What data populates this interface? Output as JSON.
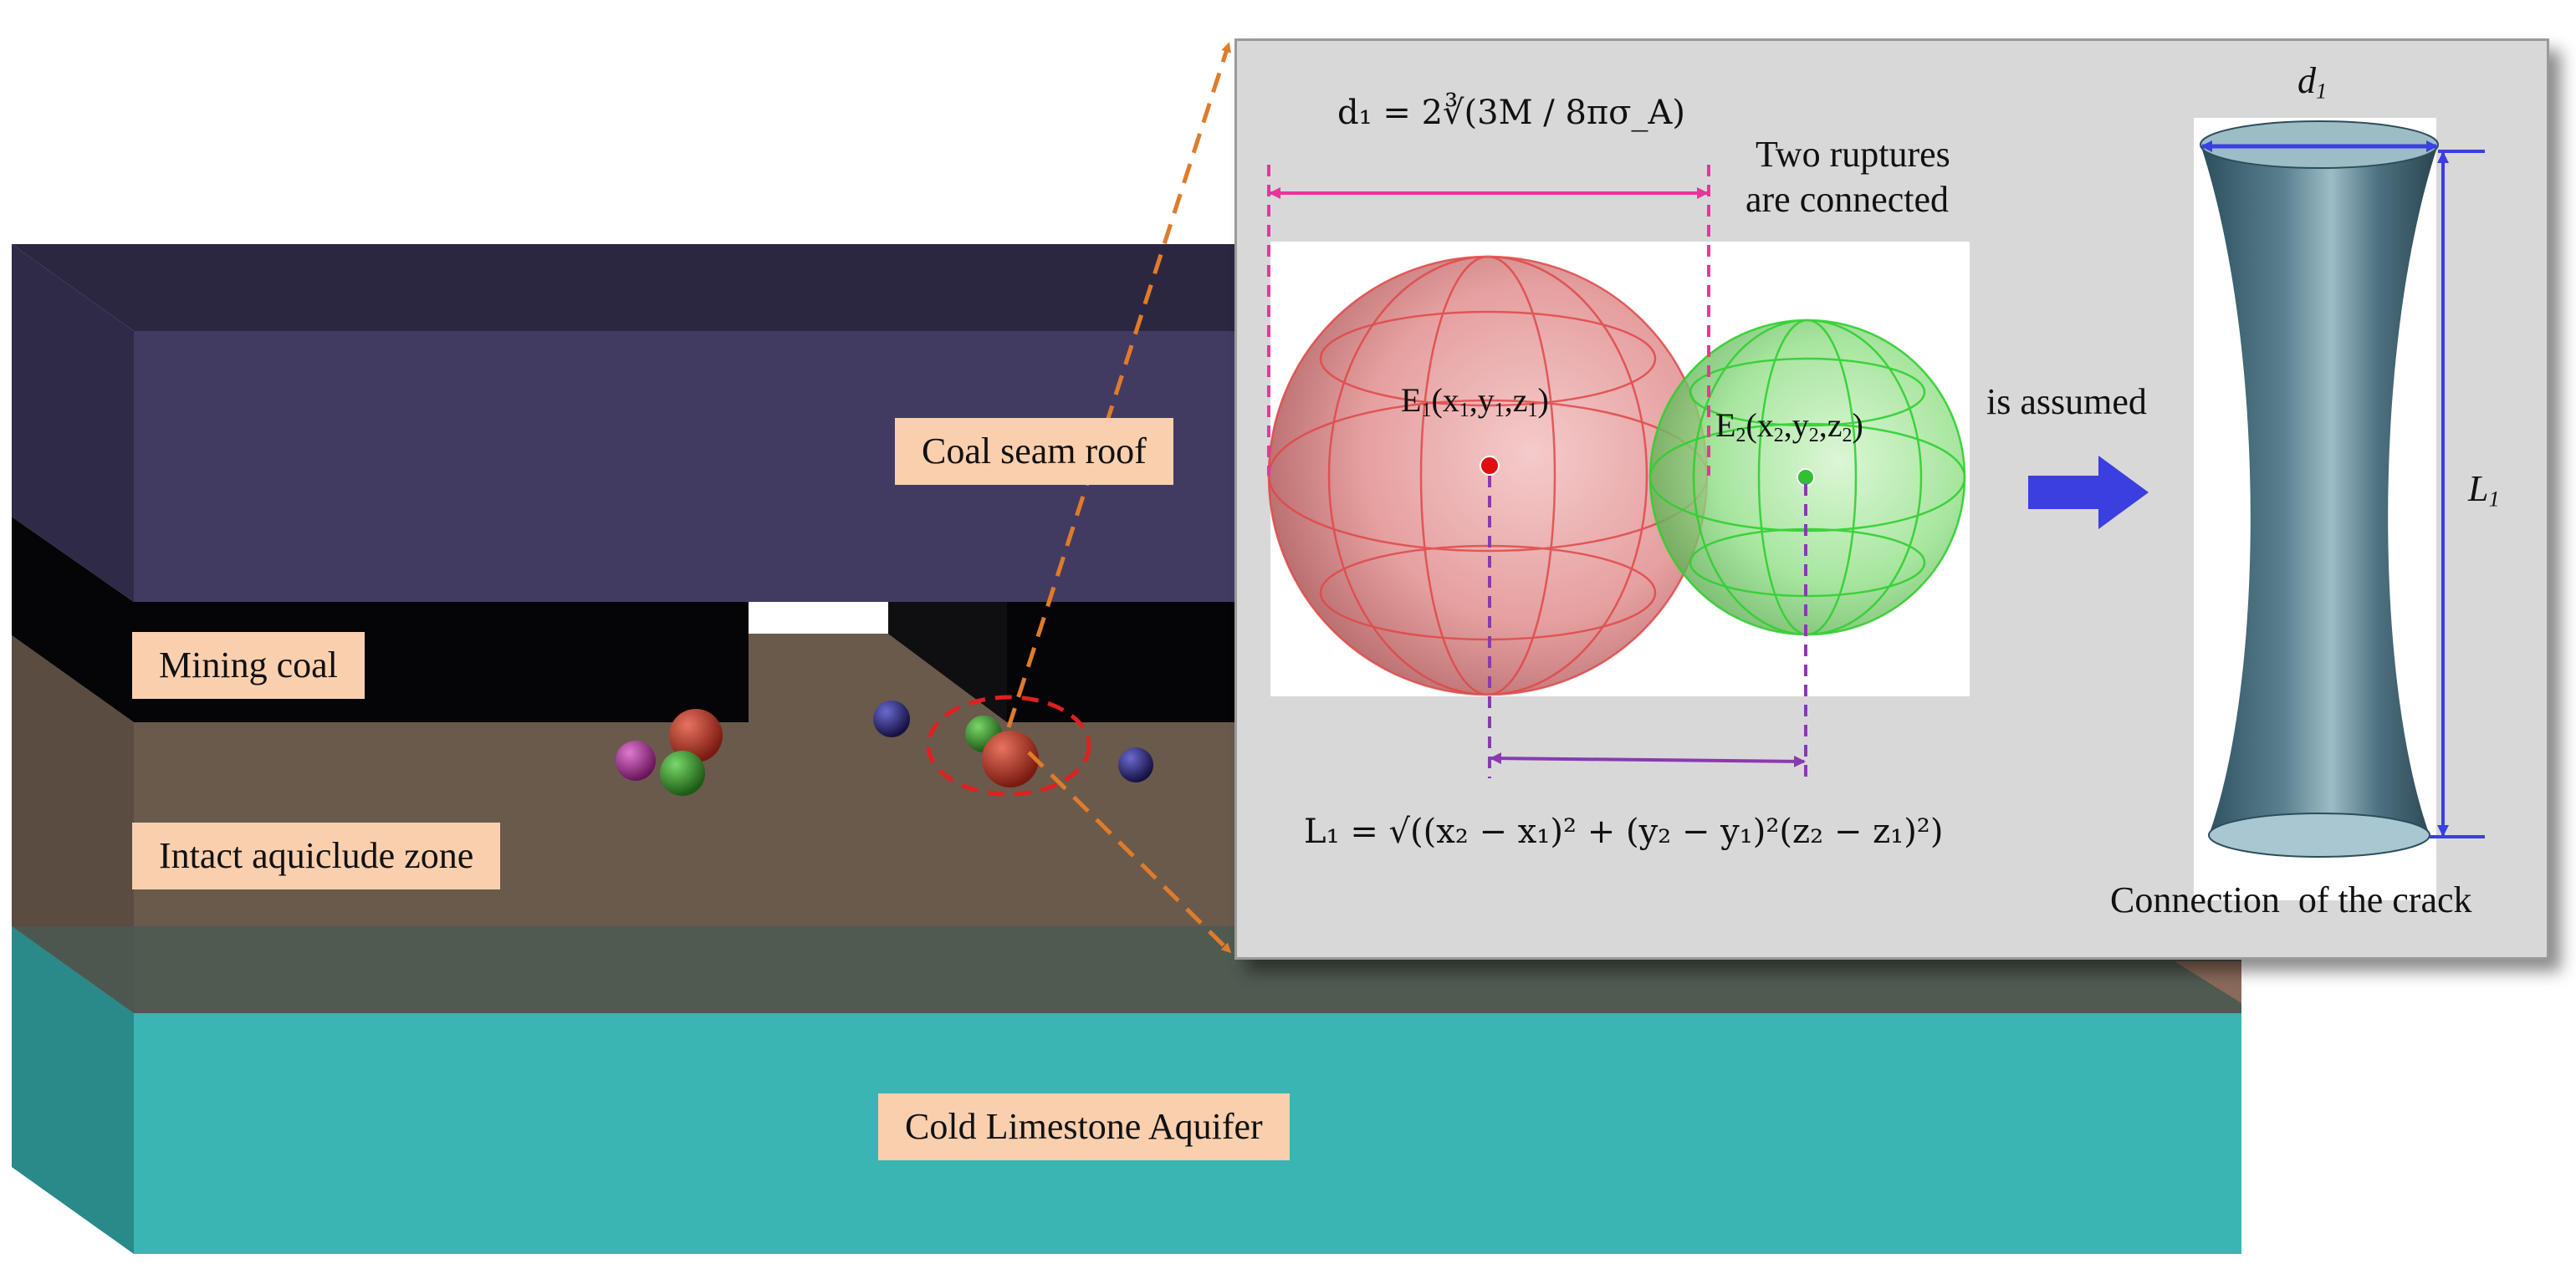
{
  "colors": {
    "roof": "#423b61",
    "coal": "#050507",
    "aquiclude": "#6a5a4c",
    "aquifer": "#3ab5b4",
    "label_bg": "#f9cfae",
    "panel_bg": "#d8d8d8",
    "rupture_red": "#e85a5a",
    "rupture_green": "#5ad85a",
    "diameter_line": "#e8359a",
    "distance_line": "#8a3ab0",
    "crack_arrow": "#3b3fe0",
    "leader": "#e07b2a"
  },
  "layers": {
    "roof": "Coal seam roof",
    "mining_coal": "Mining coal",
    "aquiclude": "Intact aquiclude zone",
    "aquifer": "Cold Limestone Aquifer"
  },
  "panel": {
    "d1_formula": "d₁ = 2∛(3M / 8πσ_A)",
    "rupture_note_line1": "Two ruptures",
    "rupture_note_line2": "are connected",
    "e1_label": "E1(x1,y1,z1)",
    "e2_label": "E2(x2,y2,z2)",
    "assumed": "is assumed",
    "l1_formula": "L₁ = √((x₂ − x₁)² + (y₂ − y₁)²(z₂ − z₁)²)",
    "crack_d_label": "d1",
    "crack_l_label": "L1",
    "crack_caption": "Connection  of the crack"
  },
  "events": [
    {
      "color": "#b02a1a",
      "name": "event-red-1"
    },
    {
      "color": "#3a8a2a",
      "name": "event-green-1"
    },
    {
      "color": "#a8308a",
      "name": "event-magenta-1"
    },
    {
      "color": "#2a2870",
      "name": "event-blue-1"
    },
    {
      "color": "#2a2870",
      "name": "event-blue-2"
    },
    {
      "color": "#b02a1a",
      "name": "event-red-2"
    },
    {
      "color": "#3a8a2a",
      "name": "event-green-2"
    }
  ]
}
